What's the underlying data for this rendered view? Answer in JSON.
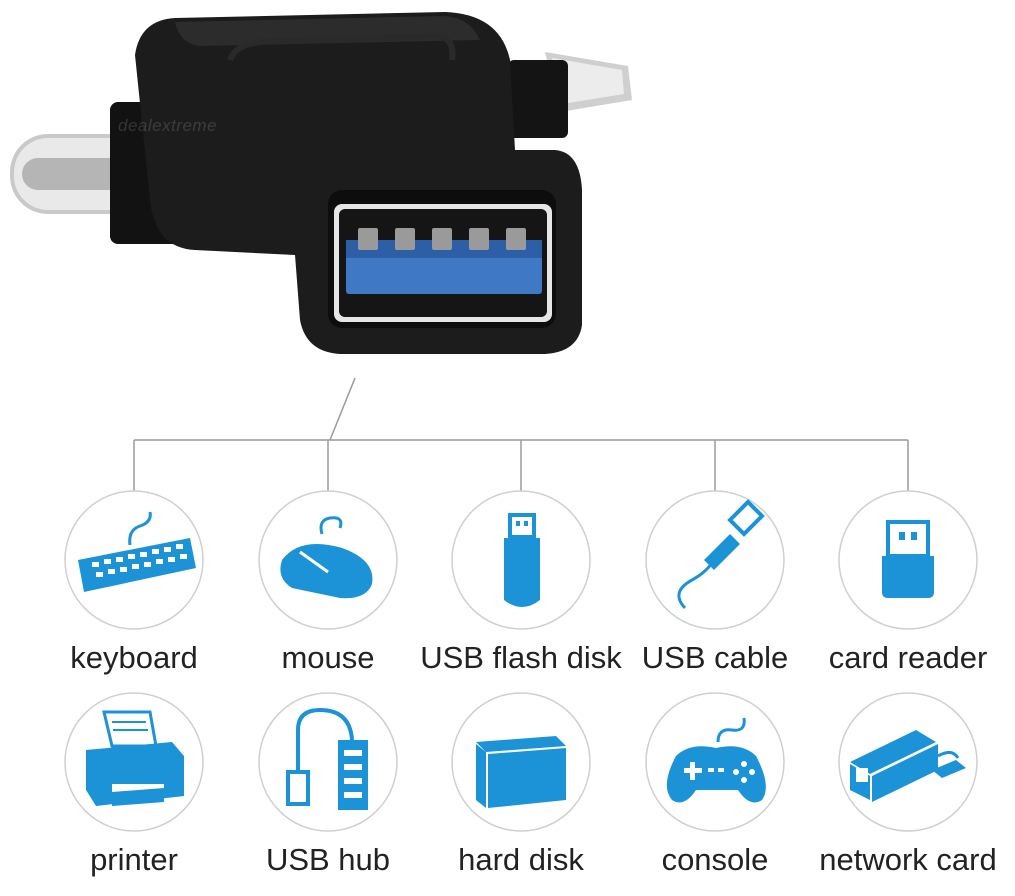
{
  "watermark": "dealextreme",
  "colors": {
    "accent": "#1c93d6",
    "line": "#9a9a9a",
    "circle": "#cfcfcf",
    "text": "#222222",
    "adapter": "#1b1b1b"
  },
  "devices": [
    {
      "label": "keyboard",
      "icon": "keyboard-icon"
    },
    {
      "label": "mouse",
      "icon": "mouse-icon"
    },
    {
      "label": "USB flash disk",
      "icon": "usb-flash-disk-icon"
    },
    {
      "label": "USB cable",
      "icon": "usb-cable-icon"
    },
    {
      "label": "card reader",
      "icon": "card-reader-icon"
    },
    {
      "label": "printer",
      "icon": "printer-icon"
    },
    {
      "label": "USB hub",
      "icon": "usb-hub-icon"
    },
    {
      "label": "hard disk",
      "icon": "hard-disk-icon"
    },
    {
      "label": "console",
      "icon": "gamepad-icon"
    },
    {
      "label": "network card",
      "icon": "network-card-icon"
    }
  ]
}
